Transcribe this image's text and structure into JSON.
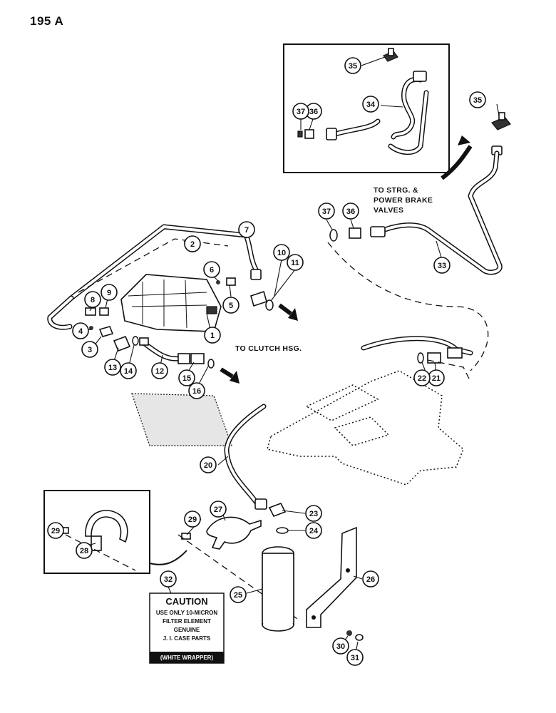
{
  "page": {
    "number": "195 A"
  },
  "notes": {
    "strg": [
      "TO STRG. &",
      "POWER BRAKE",
      "VALVES"
    ],
    "clutch": "TO CLUTCH HSG."
  },
  "caution": {
    "title": "CAUTION",
    "lines": [
      "USE ONLY 10-MICRON",
      "FILTER ELEMENT",
      "GENUINE",
      "J. I. CASE PARTS"
    ],
    "footer": "(WHITE WRAPPER)"
  },
  "callouts": [
    {
      "n": "1"
    },
    {
      "n": "2"
    },
    {
      "n": "3"
    },
    {
      "n": "4"
    },
    {
      "n": "5"
    },
    {
      "n": "6"
    },
    {
      "n": "7"
    },
    {
      "n": "8"
    },
    {
      "n": "9"
    },
    {
      "n": "10"
    },
    {
      "n": "11"
    },
    {
      "n": "12"
    },
    {
      "n": "13"
    },
    {
      "n": "14"
    },
    {
      "n": "15"
    },
    {
      "n": "16"
    },
    {
      "n": "20"
    },
    {
      "n": "21"
    },
    {
      "n": "22"
    },
    {
      "n": "23"
    },
    {
      "n": "24"
    },
    {
      "n": "25"
    },
    {
      "n": "26"
    },
    {
      "n": "27"
    },
    {
      "n": "28"
    },
    {
      "n": "29"
    },
    {
      "n": "29"
    },
    {
      "n": "30"
    },
    {
      "n": "31"
    },
    {
      "n": "32"
    },
    {
      "n": "33"
    },
    {
      "n": "34"
    },
    {
      "n": "35"
    },
    {
      "n": "35"
    },
    {
      "n": "36"
    },
    {
      "n": "36"
    },
    {
      "n": "37"
    },
    {
      "n": "37"
    }
  ]
}
